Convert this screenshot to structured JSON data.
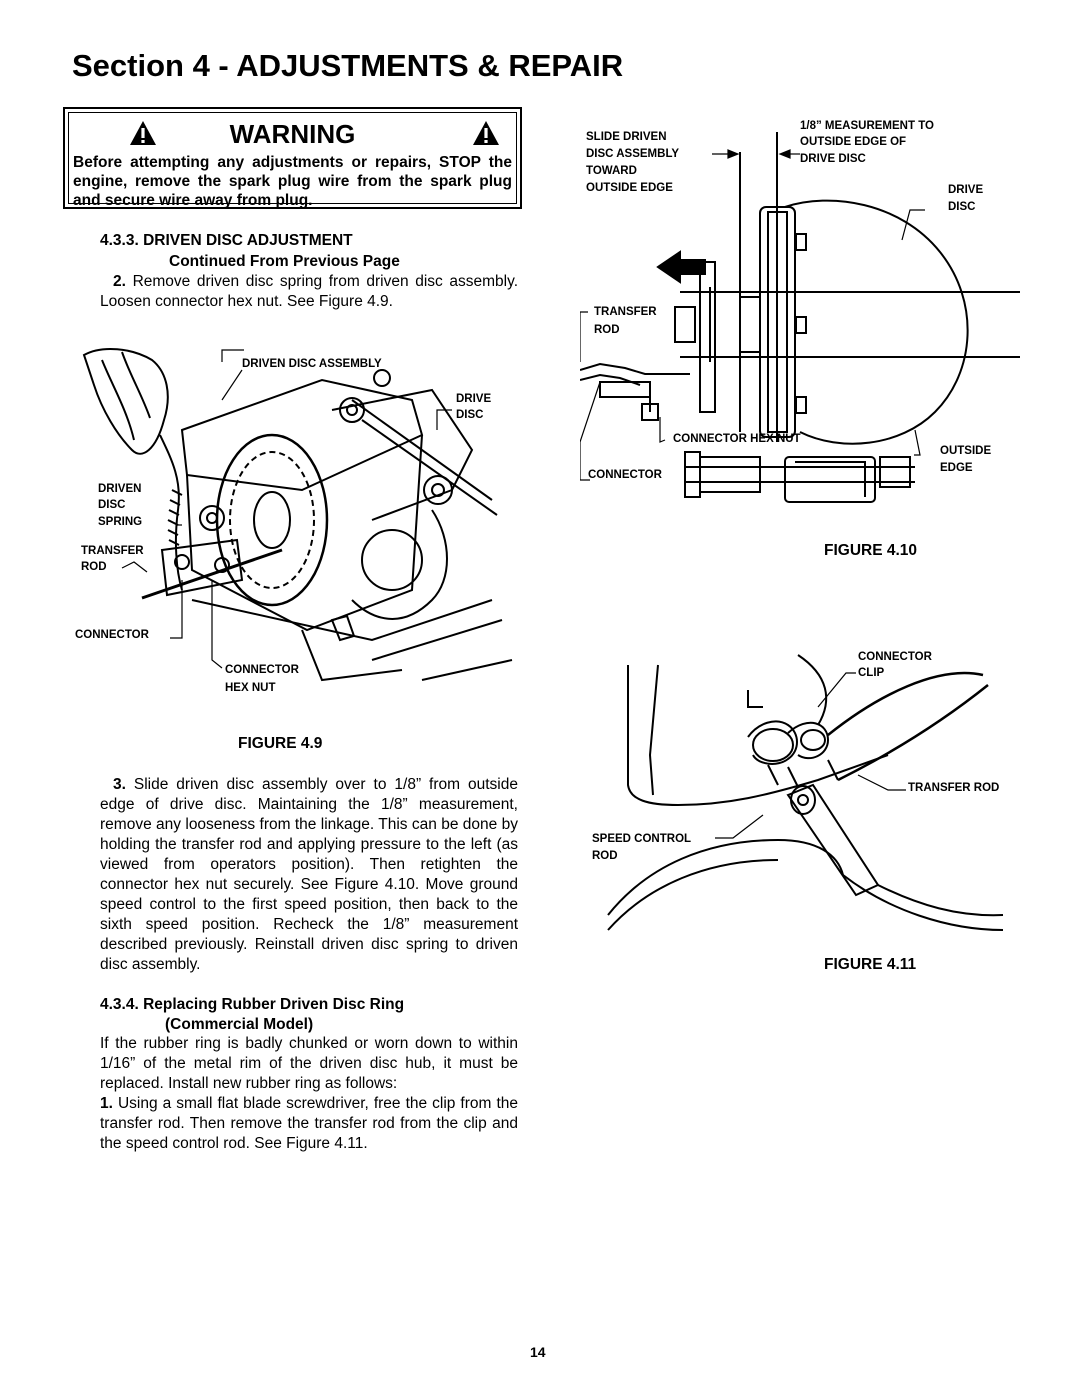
{
  "section_title": "Section 4 - ADJUSTMENTS & REPAIR",
  "warning": {
    "heading": "WARNING",
    "text": "Before attempting any adjustments or repairs, STOP the engine, remove the spark plug wire from the spark plug and secure wire away from plug."
  },
  "section_433": {
    "number": "4.3.3.",
    "title": "DRIVEN DISC ADJUSTMENT",
    "subtitle": "Continued From Previous Page",
    "step2_num": "2.",
    "step2_text": "Remove driven disc spring from driven disc assembly. Loosen connector hex nut. See Figure 4.9.",
    "step3_num": "3.",
    "step3_text": "Slide driven disc assembly over to 1/8” from outside edge of drive disc. Maintaining the 1/8” measurement, remove any looseness from the linkage. This can be done by holding the transfer rod and applying pressure to the left (as viewed from operators position). Then retighten the connector hex nut securely. See Figure 4.10. Move ground speed control to the first speed position, then back to the sixth speed position. Recheck the 1/8” measurement described previously. Reinstall driven disc spring to driven disc assembly."
  },
  "section_434": {
    "number": "4.3.4.",
    "title": "Replacing Rubber Driven Disc Ring",
    "subtitle": "(Commercial Model)",
    "intro": "If the rubber ring is badly chunked or worn down to within 1/16” of the metal rim of the driven disc hub, it must be replaced. Install new rubber ring as follows:",
    "step1_num": "1.",
    "step1_text": "Using a small flat blade screwdriver, free the clip from the transfer rod. Then remove the transfer rod from the clip and the speed control rod. See Figure 4.11."
  },
  "figure_49": {
    "caption": "FIGURE 4.9",
    "labels": {
      "driven_disc_assembly": "DRIVEN DISC ASSEMBLY",
      "drive_disc_1": "DRIVE",
      "drive_disc_2": "DISC",
      "driven_disc_spring_1": "DRIVEN",
      "driven_disc_spring_2": "DISC",
      "driven_disc_spring_3": "SPRING",
      "transfer_rod_1": "TRANSFER",
      "transfer_rod_2": "ROD",
      "connector": "CONNECTOR",
      "connector_hex_nut_1": "CONNECTOR",
      "connector_hex_nut_2": "HEX NUT"
    }
  },
  "figure_410": {
    "caption": "FIGURE 4.10",
    "labels": {
      "slide_1": "SLIDE DRIVEN",
      "slide_2": "DISC ASSEMBLY",
      "slide_3": "TOWARD",
      "slide_4": "OUTSIDE EDGE",
      "meas_1": "1/8” MEASUREMENT TO",
      "meas_2": "OUTSIDE EDGE OF",
      "meas_3": "DRIVE DISC",
      "drive_disc_1": "DRIVE",
      "drive_disc_2": "DISC",
      "transfer_rod_1": "TRANSFER",
      "transfer_rod_2": "ROD",
      "connector_hex_nut": "CONNECTOR HEX NUT",
      "outside_edge_1": "OUTSIDE",
      "outside_edge_2": "EDGE",
      "connector": "CONNECTOR"
    }
  },
  "figure_411": {
    "caption": "FIGURE 4.11",
    "labels": {
      "connector_clip_1": "CONNECTOR",
      "connector_clip_2": "CLIP",
      "transfer_rod": "TRANSFER ROD",
      "speed_control_1": "SPEED CONTROL",
      "speed_control_2": "ROD"
    }
  },
  "page_number": "14"
}
